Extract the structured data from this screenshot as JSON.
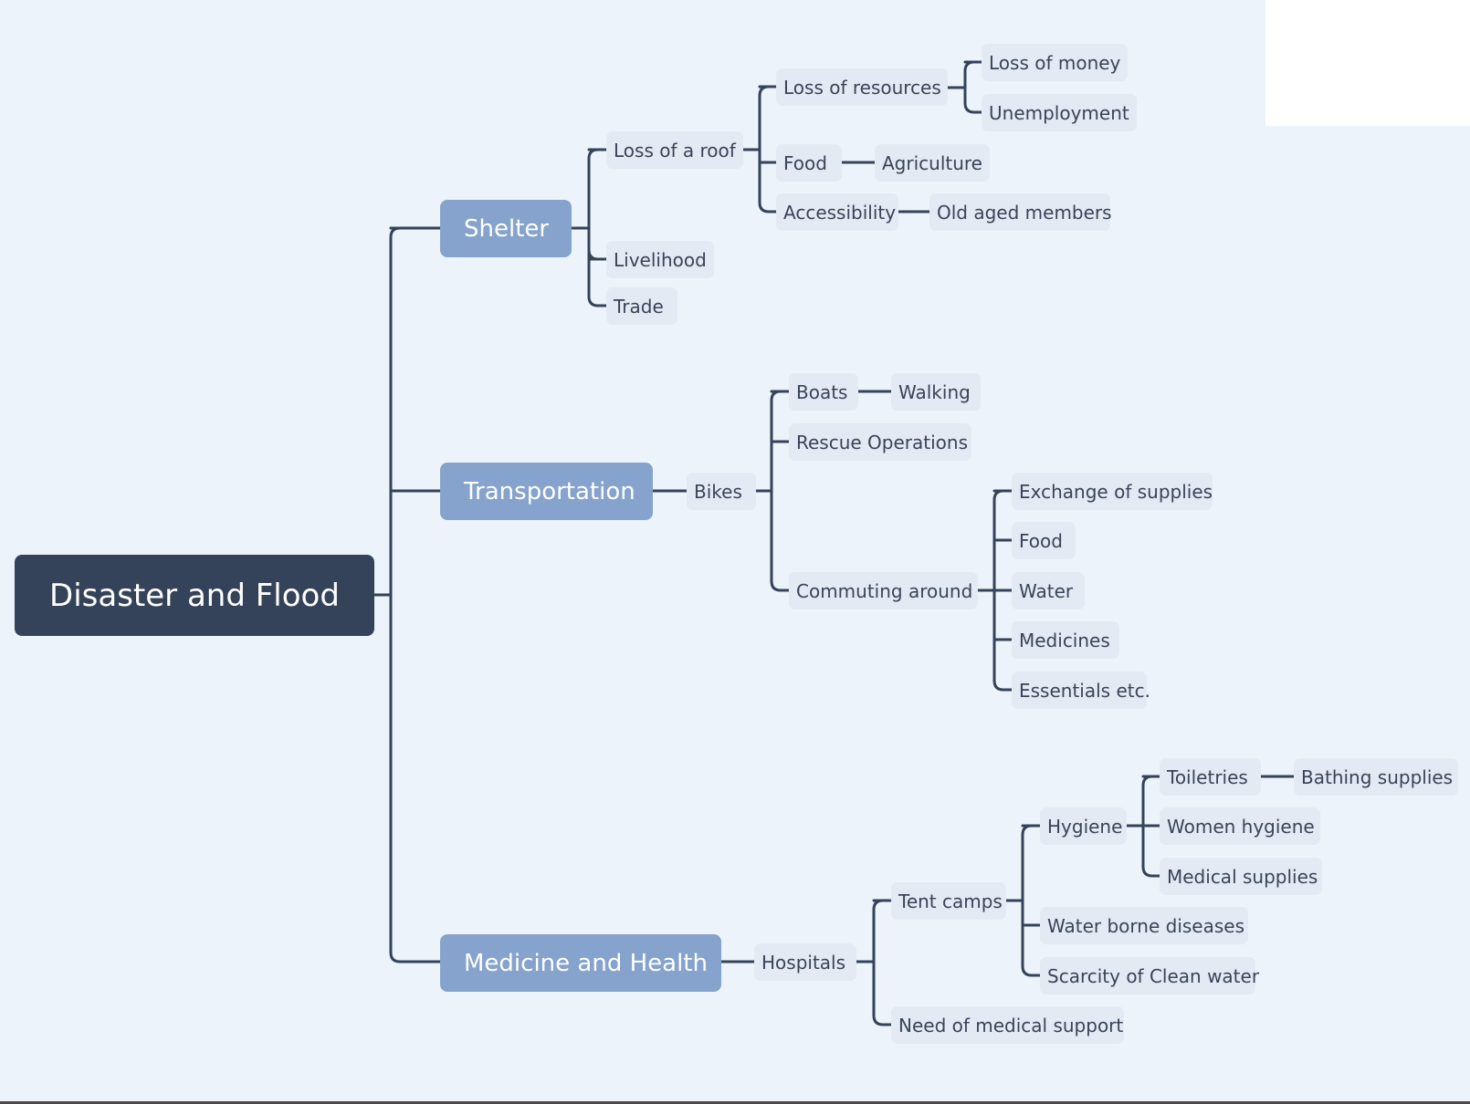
{
  "mindmap": {
    "root": "Disaster and Flood",
    "shelter": {
      "label": "Shelter",
      "loss_of_roof": "Loss of a roof",
      "loss_of_resources": "Loss of resources",
      "loss_of_money": "Loss of money",
      "unemployment": "Unemployment",
      "food": "Food",
      "agriculture": "Agriculture",
      "accessibility": "Accessibility",
      "old_aged_members": "Old aged members",
      "livelihood": "Livelihood",
      "trade": "Trade"
    },
    "transportation": {
      "label": "Transportation",
      "bikes": "Bikes",
      "boats": "Boats",
      "walking": "Walking",
      "rescue_operations": "Rescue Operations",
      "commuting_around": "Commuting around",
      "exchange_of_supplies": "Exchange of supplies",
      "food": "Food",
      "water": "Water",
      "medicines": "Medicines",
      "essentials": "Essentials etc."
    },
    "medicine_health": {
      "label": "Medicine and Health",
      "hospitals": "Hospitals",
      "tent_camps": "Tent camps",
      "hygiene": "Hygiene",
      "toiletries": "Toiletries",
      "bathing_supplies": "Bathing supplies",
      "women_hygiene": "Women hygiene",
      "medical_supplies": "Medical supplies",
      "water_borne_diseases": "Water borne diseases",
      "scarcity_clean_water": "Scarcity of Clean water",
      "need_medical_support": "Need of medical support"
    }
  },
  "colors": {
    "background": "#edf3fa",
    "root_fill": "#34435a",
    "branch_fill": "#85a3cc",
    "leaf_fill": "#e3eaf3",
    "connector": "#34435a"
  }
}
